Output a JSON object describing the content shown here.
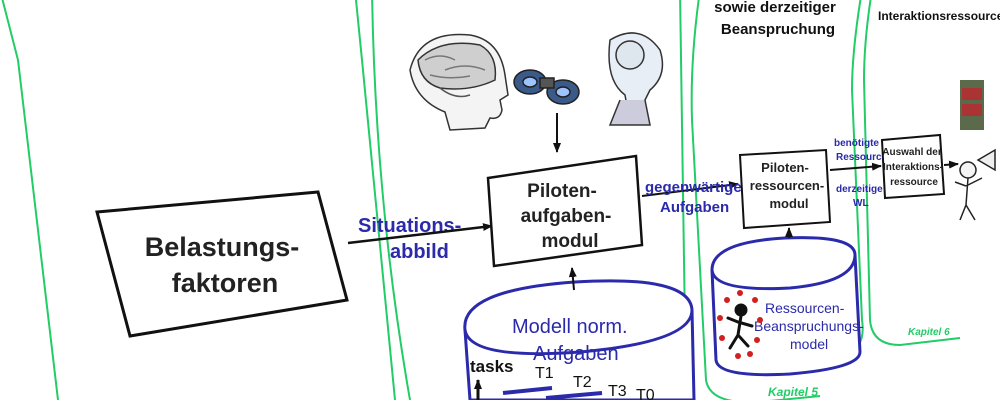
{
  "colors": {
    "green": "#22cc66",
    "blue": "#2a2aaa",
    "black": "#111111"
  },
  "belastungsfaktoren": {
    "line1": "Belastungs-",
    "line2": "faktoren"
  },
  "situationsabbild": {
    "line1": "Situations-",
    "line2": "abbild"
  },
  "pilotenaufgabenmodul": {
    "line1": "Piloten-",
    "line2": "aufgaben-",
    "line3": "modul"
  },
  "gegenwaertige": {
    "line1": "gegenwärtige",
    "line2": "Aufgaben"
  },
  "pilotenressourcenmodul": {
    "line1": "Piloten-",
    "line2": "ressourcen-",
    "line3": "modul"
  },
  "benoetigte": {
    "line1": "benötigte",
    "line2": "Ressourcen"
  },
  "derzeitige": {
    "line1": "derzeitige",
    "line2": "WL"
  },
  "auswahl": {
    "line1": "Auswahl der",
    "line2": "Interaktions-",
    "line3": "ressource"
  },
  "header_col3": {
    "line1": "sowie derzeitiger",
    "line2": "Beanspruchung"
  },
  "header_col4": {
    "line1": "Interaktionsressource"
  },
  "modell": {
    "line1": "Modell norm.",
    "line2": "Aufgaben",
    "tasks": "tasks",
    "t1": "T1",
    "t2": "T2",
    "t3": "T3",
    "t0": "T0"
  },
  "ressourcen_model": {
    "line1": "Ressourcen-",
    "line2": "Beanspruchungs-",
    "line3": "model"
  },
  "kapitel5": "Kapitel 5",
  "kapitel6": "Kapitel 6",
  "icons": [
    "brain-head-icon",
    "binoculars-icon",
    "helmet-icon",
    "warning-sign-icon",
    "pilot-figure-icon",
    "stick-figure-icon"
  ]
}
